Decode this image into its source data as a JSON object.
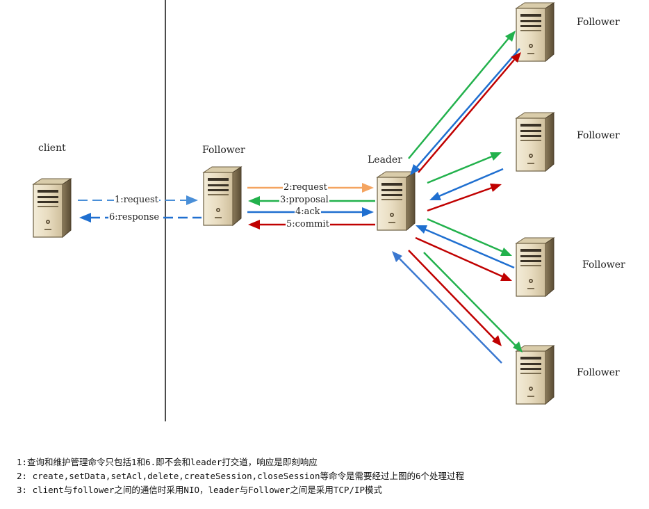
{
  "nodes": {
    "client": "client",
    "follower_center": "Follower",
    "leader": "Leader",
    "follower_1": "Follower",
    "follower_2": "Follower",
    "follower_3": "Follower",
    "follower_4": "Follower"
  },
  "edges": {
    "e1": "1:request",
    "e2": "2:request",
    "e3": "3:proposal",
    "e4": "4:ack",
    "e5": "5:commit",
    "e6": "6:response"
  },
  "colors": {
    "request": "#f4a460",
    "proposal": "#22b14c",
    "ack": "#1f6fd0",
    "commit": "#c00000",
    "client_link": "#2f7fd6"
  },
  "notes": [
    "1:查询和维护管理命令只包括1和6.即不会和leader打交道，响应是即刻响应",
    "2: create,setData,setAcl,delete,createSession,closeSession等命令是需要经过上图的6个处理过程",
    "3:  client与follower之间的通信时采用NIO，leader与Follower之间是采用TCP/IP模式"
  ]
}
